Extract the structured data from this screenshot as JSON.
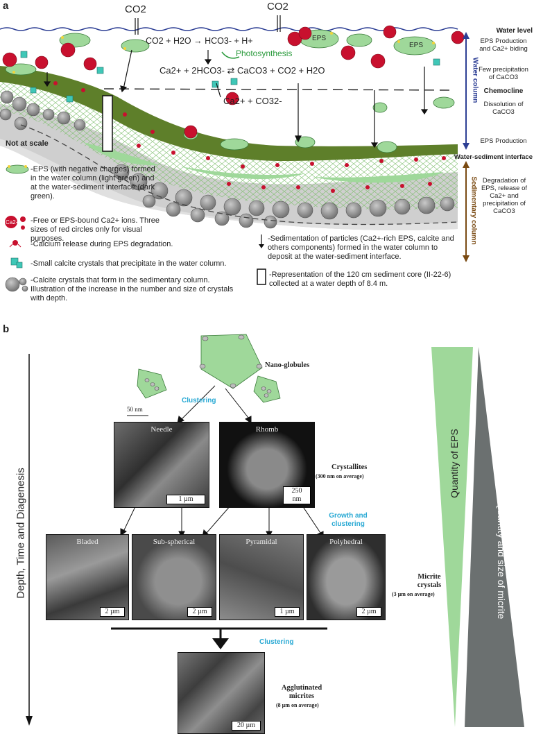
{
  "panel_a": {
    "letter": "a",
    "co2_left": "CO2",
    "co2_right": "CO2",
    "eq1": "CO2 + H2O → HCO3- + H+",
    "photosynthesis": "Photosynthesis",
    "eq2": "Ca2+ + 2HCO3- ⇄ CaCO3 + CO2 + H2O",
    "eq3": "Ca2+ + CO32-",
    "eps_tag": "EPS",
    "ca_tag": "Ca2+",
    "not_at_scale": "Not at scale",
    "right": {
      "water_level": "Water level",
      "eps_prod_binding": "EPS Production and Ca2+ biding",
      "few_precip": "Few precipitation of CaCO3",
      "water_column": "Water column",
      "chemocline": "Chemocline",
      "dissolution": "Dissolution of CaCO3",
      "eps_production": "EPS Production",
      "interface": "Water-sediment interface",
      "degradation": "Degradation of EPS, release of Ca2+ and precipitation of CaCO3",
      "sedimentary_column": "Sedimentary column"
    },
    "legend": {
      "eps": "-EPS (with negative charges) formed in the water column (light green) and at the water-sediment interface (dark green).",
      "ions": "-Free or EPS-bound Ca2+ ions. Three sizes of red circles only for visual purposes.",
      "release": "-Calcium release during EPS degradation.",
      "small_calcite": "-Small calcite crystals that precipitate in the water column.",
      "calcite_sed": "-Calcite crystals that form in the sedimentary column. Illustration of the increase in the number and size of crystals with depth.",
      "sedimentation": "-Sedimentation of particles (Ca2+-rich EPS, calcite and others components) formed in the water column to deposit at the water-sediment interface.",
      "core": "-Representation of the 120 cm sediment core (II-22-6) collected at a water depth of 8.4 m."
    }
  },
  "panel_b": {
    "letter": "b",
    "nano_globules": "Nano-globules",
    "scale_50nm": "50 nm",
    "clustering_1": "Clustering",
    "crystallites": "Crystallites",
    "crystallites_sub": "(300 nm on average)",
    "growth": "Growth and clustering",
    "micrite": "Micrite crystals",
    "micrite_sub": "(3 µm on average)",
    "clustering_2": "Clustering",
    "agglutinated": "Agglutinated micrites",
    "agglutinated_sub": "(8 µm on average)",
    "depth_axis": "Depth, Time and Diagenesis",
    "quantity_eps": "Quantity of EPS",
    "quantity_micrite": "Quantity and size of micrite",
    "images": [
      {
        "title": "Needle",
        "scale": "1 µm"
      },
      {
        "title": "Rhomb",
        "scale": "250 nm"
      },
      {
        "title": "Bladed",
        "scale": "2 µm"
      },
      {
        "title": "Sub-spherical",
        "scale": "2 µm"
      },
      {
        "title": "Pyramidal",
        "scale": "1 µm"
      },
      {
        "title": "Polyhedral",
        "scale": "2 µm"
      },
      {
        "title": "",
        "scale": "20 µm"
      }
    ]
  },
  "colors": {
    "light_green": "#9fd89a",
    "dark_green": "#5e7f2a",
    "red": "#c8102e",
    "teal": "#3fc7b7",
    "water_blue": "#2c3e94",
    "sed_brown": "#7a4a12",
    "micrite_gray": "#6b7070"
  }
}
